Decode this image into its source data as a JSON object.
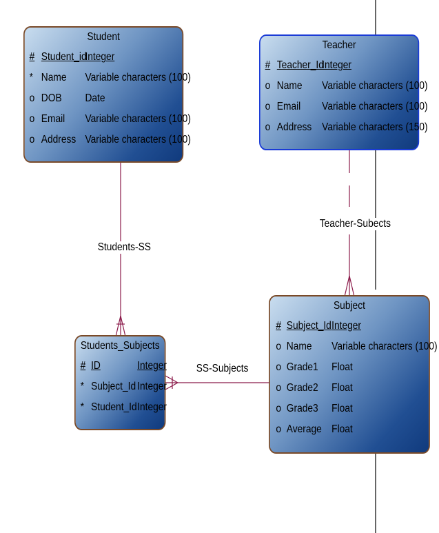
{
  "entities": {
    "student": {
      "title": "Student",
      "attributes": [
        {
          "marker": "#",
          "name": "Student_id",
          "type": "Integer"
        },
        {
          "marker": "*",
          "name": "Name",
          "type": "Variable characters (100)"
        },
        {
          "marker": "o",
          "name": "DOB",
          "type": "Date"
        },
        {
          "marker": "o",
          "name": "Email",
          "type": "Variable characters (100)"
        },
        {
          "marker": "o",
          "name": "Address",
          "type": "Variable characters (100)"
        }
      ]
    },
    "teacher": {
      "title": "Teacher",
      "attributes": [
        {
          "marker": "#",
          "name": "Teacher_Id",
          "type": "Integer"
        },
        {
          "marker": "o",
          "name": "Name",
          "type": "Variable characters (100)"
        },
        {
          "marker": "o",
          "name": "Email",
          "type": "Variable characters (100)"
        },
        {
          "marker": "o",
          "name": "Address",
          "type": "Variable characters (150)"
        }
      ]
    },
    "students_subjects": {
      "title": "Students_Subjects",
      "attributes": [
        {
          "marker": "#",
          "name": "ID",
          "type": "Integer"
        },
        {
          "marker": "*",
          "name": "Subject_Id",
          "type": "Integer"
        },
        {
          "marker": "*",
          "name": "Student_Id",
          "type": "Integer"
        }
      ]
    },
    "subject": {
      "title": "Subject",
      "attributes": [
        {
          "marker": "#",
          "name": "Subject_Id",
          "type": "Integer"
        },
        {
          "marker": "o",
          "name": "Name",
          "type": "Variable characters (100)"
        },
        {
          "marker": "o",
          "name": "Grade1",
          "type": "Float"
        },
        {
          "marker": "o",
          "name": "Grade2",
          "type": "Float"
        },
        {
          "marker": "o",
          "name": "Grade3",
          "type": "Float"
        },
        {
          "marker": "o",
          "name": "Average",
          "type": "Float"
        }
      ]
    }
  },
  "relationships": {
    "students_ss": "Students-SS",
    "teacher_subjects": "Teacher-Subects",
    "ss_subjects": "SS-Subjects"
  },
  "colors": {
    "relationship_line": "#8b1a4a",
    "page_divider": "#000000",
    "entity_border_brown": "#7a4a28",
    "entity_border_blue": "#1a3bd6",
    "entity_fill_dark": "#103a7d",
    "entity_fill_light": "#c9ddef"
  }
}
